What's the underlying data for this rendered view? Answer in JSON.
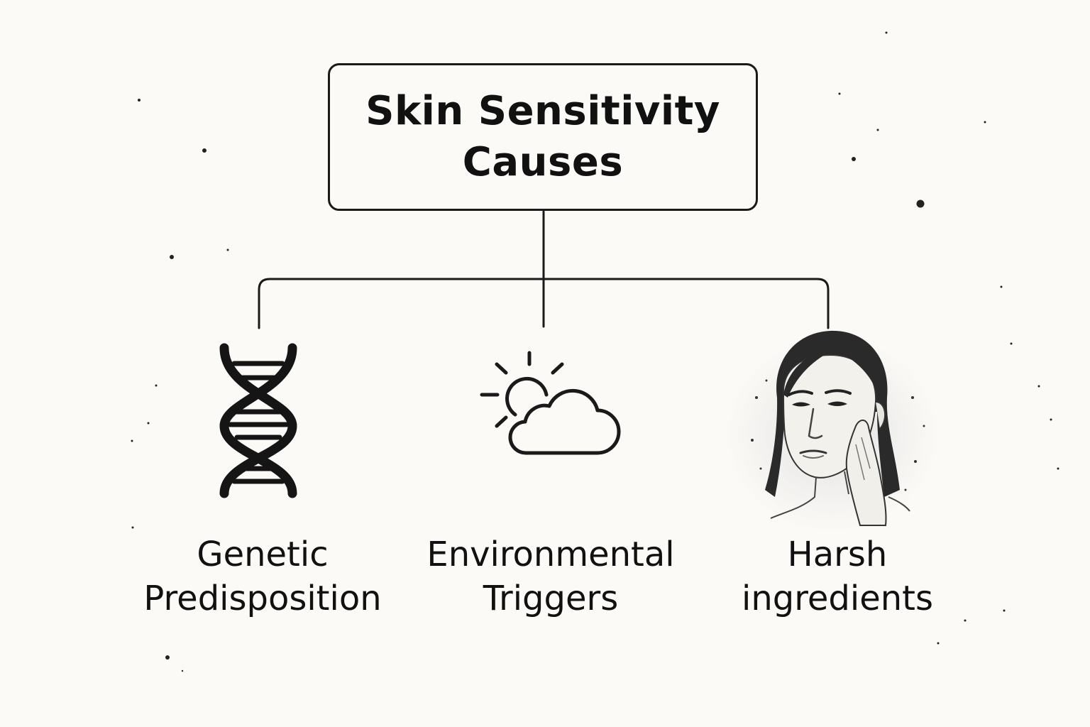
{
  "title": "Skin Sensitivity Causes",
  "causes": [
    {
      "label": "Genetic\nPredisposition",
      "icon": "dna-icon"
    },
    {
      "label": "Environmental\nTriggers",
      "icon": "sun-cloud-icon"
    },
    {
      "label": "Harsh\ningredients",
      "icon": "woman-face-icon"
    }
  ],
  "colors": {
    "background": "#fbfaf7",
    "ink": "#111111"
  }
}
